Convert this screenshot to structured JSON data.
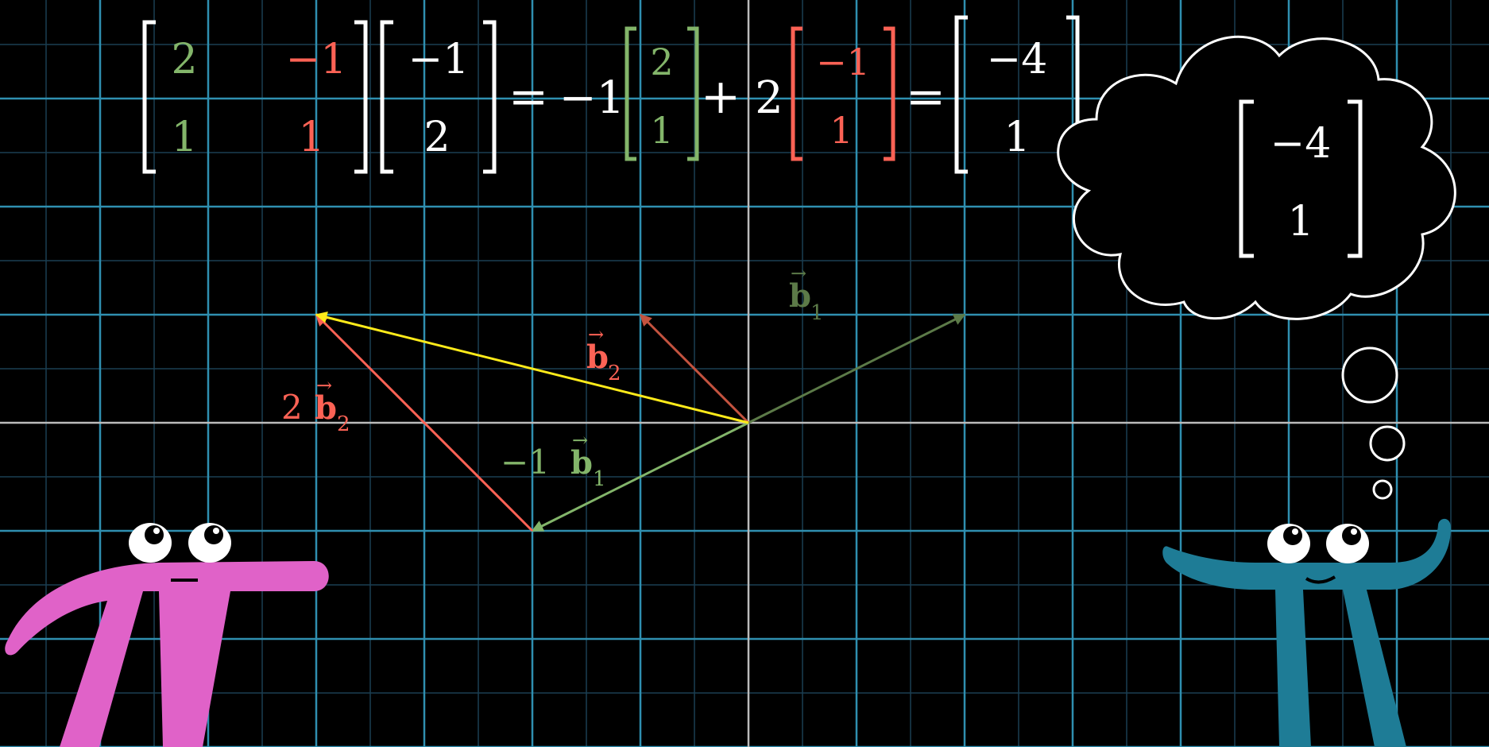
{
  "colors": {
    "background": "#000000",
    "grid_major": "#2f8fb0",
    "grid_minor": "#1a3f52",
    "axis": "#bbbbbb",
    "white": "#ffffff",
    "green": "#83b56a",
    "red": "#fc6255",
    "yellow": "#ffeb1a",
    "b1_arrow": "#5c7a48",
    "b2_arrow": "#c4533f",
    "pink_pi": "#e062c8",
    "blue_pi": "#1e7c96"
  },
  "equation": {
    "matrix": {
      "a11": "2",
      "a12": "−1",
      "a21": "1",
      "a22": "1"
    },
    "input_vector": {
      "top": "−1",
      "bottom": "2"
    },
    "equals_1": "=",
    "coef_1": "−1",
    "b1_vector": {
      "top": "2",
      "bottom": "1"
    },
    "plus": "+",
    "coef_2": "2",
    "b2_vector": {
      "top": "−1",
      "bottom": "1"
    },
    "equals_2": "=",
    "result_vector": {
      "top": "−4",
      "bottom": "1"
    }
  },
  "thought_bubble": {
    "top": "−4",
    "bottom": "1"
  },
  "labels": {
    "b1": {
      "symbol": "b",
      "subscript": "1"
    },
    "b2": {
      "symbol": "b",
      "subscript": "2"
    },
    "two_b2": {
      "coef": "2",
      "symbol": "b",
      "subscript": "2"
    },
    "neg_b1": {
      "coef": "−1",
      "symbol": "b",
      "subscript": "1"
    }
  },
  "vectors": [
    {
      "name": "b1",
      "tail": [
        0,
        0
      ],
      "tip": [
        2,
        1
      ],
      "color": "b1_arrow"
    },
    {
      "name": "b2",
      "tail": [
        0,
        0
      ],
      "tip": [
        -1,
        1
      ],
      "color": "b2_arrow"
    },
    {
      "name": "neg-b1",
      "tail": [
        0,
        0
      ],
      "tip": [
        -2,
        -1
      ],
      "color": "green"
    },
    {
      "name": "two-b2",
      "tail": [
        -2,
        -1
      ],
      "tip": [
        -4,
        1
      ],
      "color": "red"
    },
    {
      "name": "result",
      "tail": [
        0,
        0
      ],
      "tip": [
        -4,
        1
      ],
      "color": "yellow"
    }
  ],
  "grid": {
    "x_range": [
      -7,
      7
    ],
    "y_range": [
      -3,
      4
    ]
  }
}
